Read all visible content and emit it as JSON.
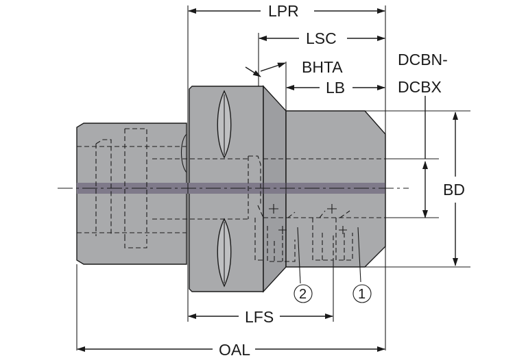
{
  "colors": {
    "body_fill": "#a9aaac",
    "body_fill_dark": "#9d9ea1",
    "centerline_band": "#7f7a8a",
    "ink": "#1a1a1a"
  },
  "labels": {
    "lpr": "LPR",
    "lsc": "LSC",
    "bhta": "BHTA",
    "lb": "LB",
    "dcbn": "DCBN-",
    "dcbx": "DCBX",
    "bd": "BD",
    "lfs": "LFS",
    "oal": "OAL",
    "callout_2": "2",
    "callout_1": "1"
  }
}
